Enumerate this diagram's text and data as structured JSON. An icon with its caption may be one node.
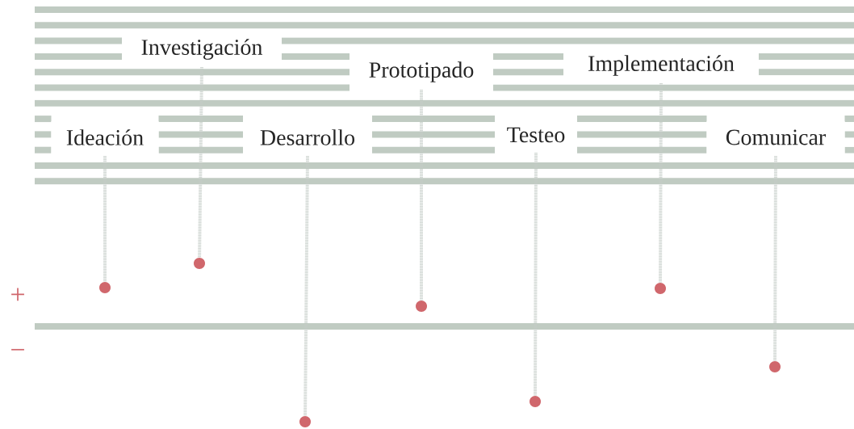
{
  "diagram": {
    "nodes": [
      {
        "text": [
          "Ideación"
        ]
      },
      {
        "text": [
          "Investigación"
        ]
      },
      {
        "text": [
          "Desarrollo"
        ]
      },
      {
        "text": [
          "Prototipado"
        ]
      },
      {
        "text": [
          "Testeo"
        ]
      },
      {
        "text": [
          "Implementación"
        ]
      },
      {
        "text": [
          "Comunicar"
        ]
      },
      {
        "text": [],
        "shape": "circle"
      },
      {
        "text": [],
        "shape": "circle"
      },
      {
        "text": [],
        "shape": "circle"
      },
      {
        "text": [],
        "shape": "circle"
      },
      {
        "text": [],
        "shape": "circle"
      },
      {
        "text": [],
        "shape": "circle"
      },
      {
        "text": [],
        "shape": "circle"
      }
    ],
    "edges": [
      {
        "from": 0,
        "to": 7,
        "arrow": "none",
        "style": "dashed"
      },
      {
        "from": 1,
        "to": 8,
        "arrow": "none",
        "style": "dashed"
      },
      {
        "from": 2,
        "to": 9,
        "arrow": "none",
        "style": "dashed"
      },
      {
        "from": 3,
        "to": 10,
        "arrow": "none",
        "style": "dashed"
      },
      {
        "from": 4,
        "to": 11,
        "arrow": "none",
        "style": "dashed"
      },
      {
        "from": 5,
        "to": 12,
        "arrow": "none",
        "style": "dashed"
      },
      {
        "from": 6,
        "to": 13,
        "arrow": "none",
        "style": "dashed"
      }
    ],
    "labels": [
      "+",
      "−"
    ]
  }
}
